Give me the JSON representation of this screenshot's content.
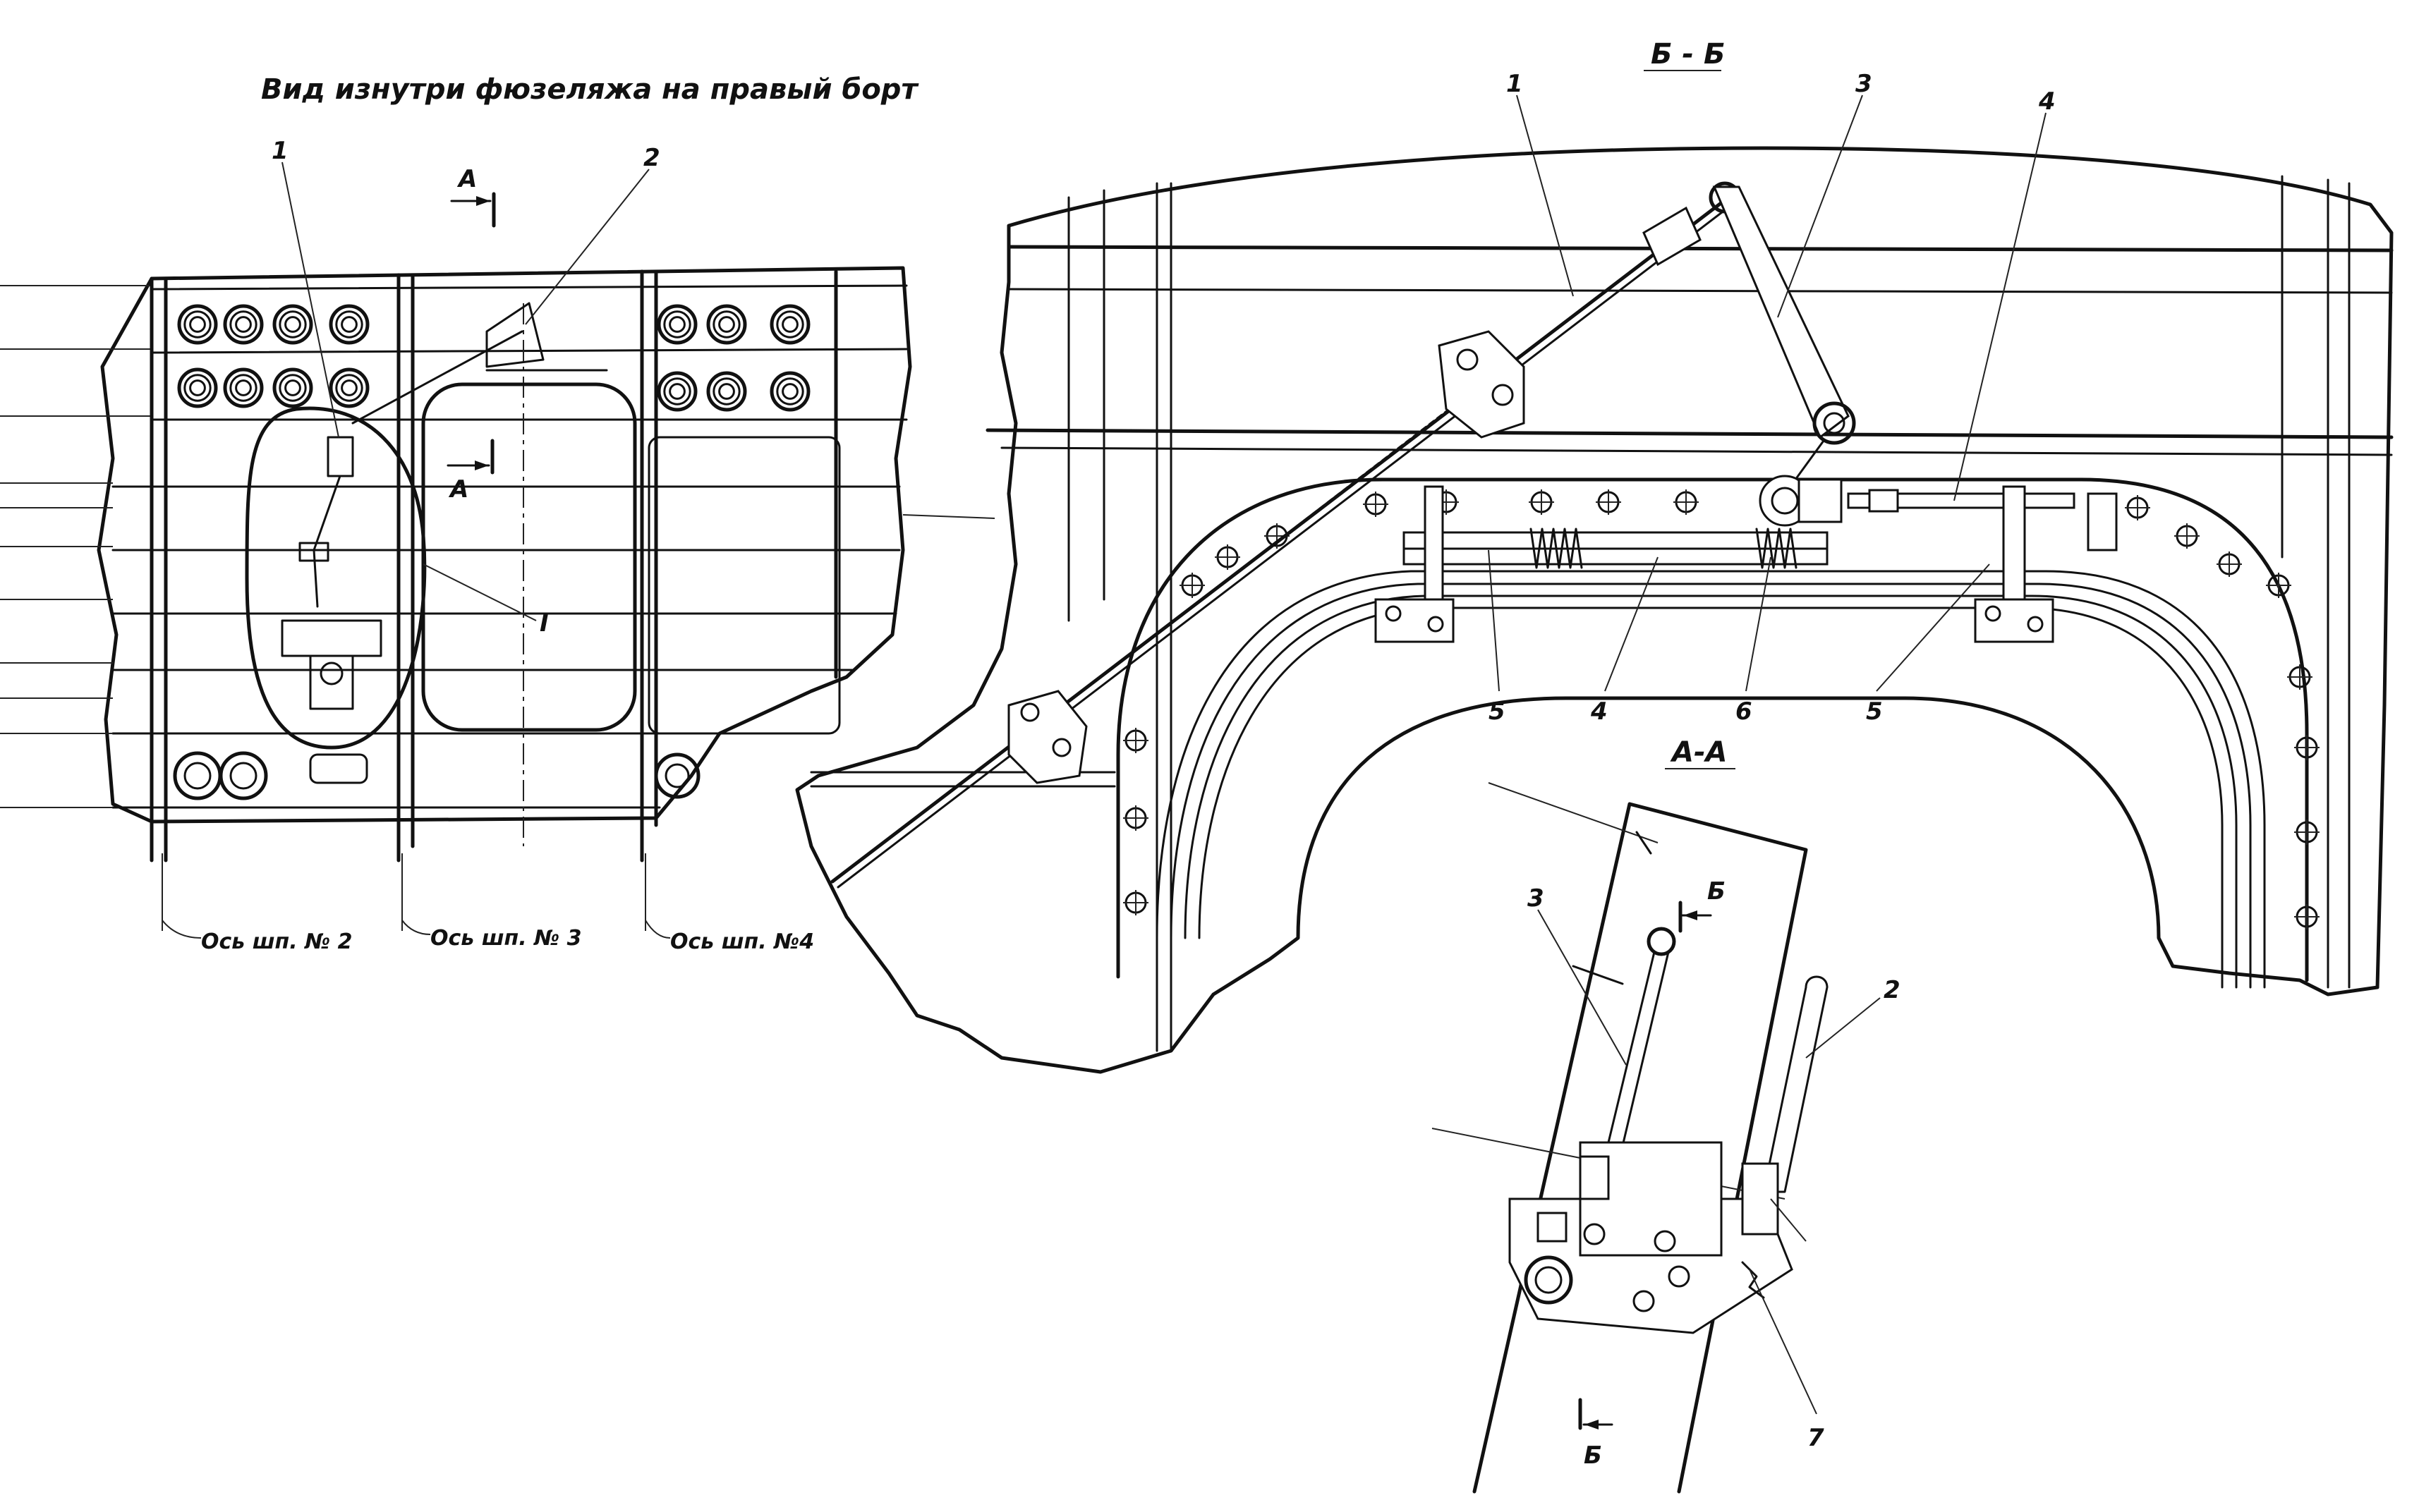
{
  "views": {
    "left_title": "Вид изнутри фюзеляжа на правый борт",
    "bb_title": "Б - Б",
    "aa_title": "А-А"
  },
  "axes": [
    "Ось шп. № 2",
    "Ось шп. № 3",
    "Ось шп. №4"
  ],
  "section_marks": {
    "a": "А",
    "b": "Б",
    "detail": "I"
  },
  "callouts": {
    "left": [
      "1",
      "2"
    ],
    "bb": [
      "1",
      "3",
      "4",
      "5",
      "4",
      "6",
      "5"
    ],
    "aa": [
      "3",
      "2",
      "7"
    ]
  }
}
